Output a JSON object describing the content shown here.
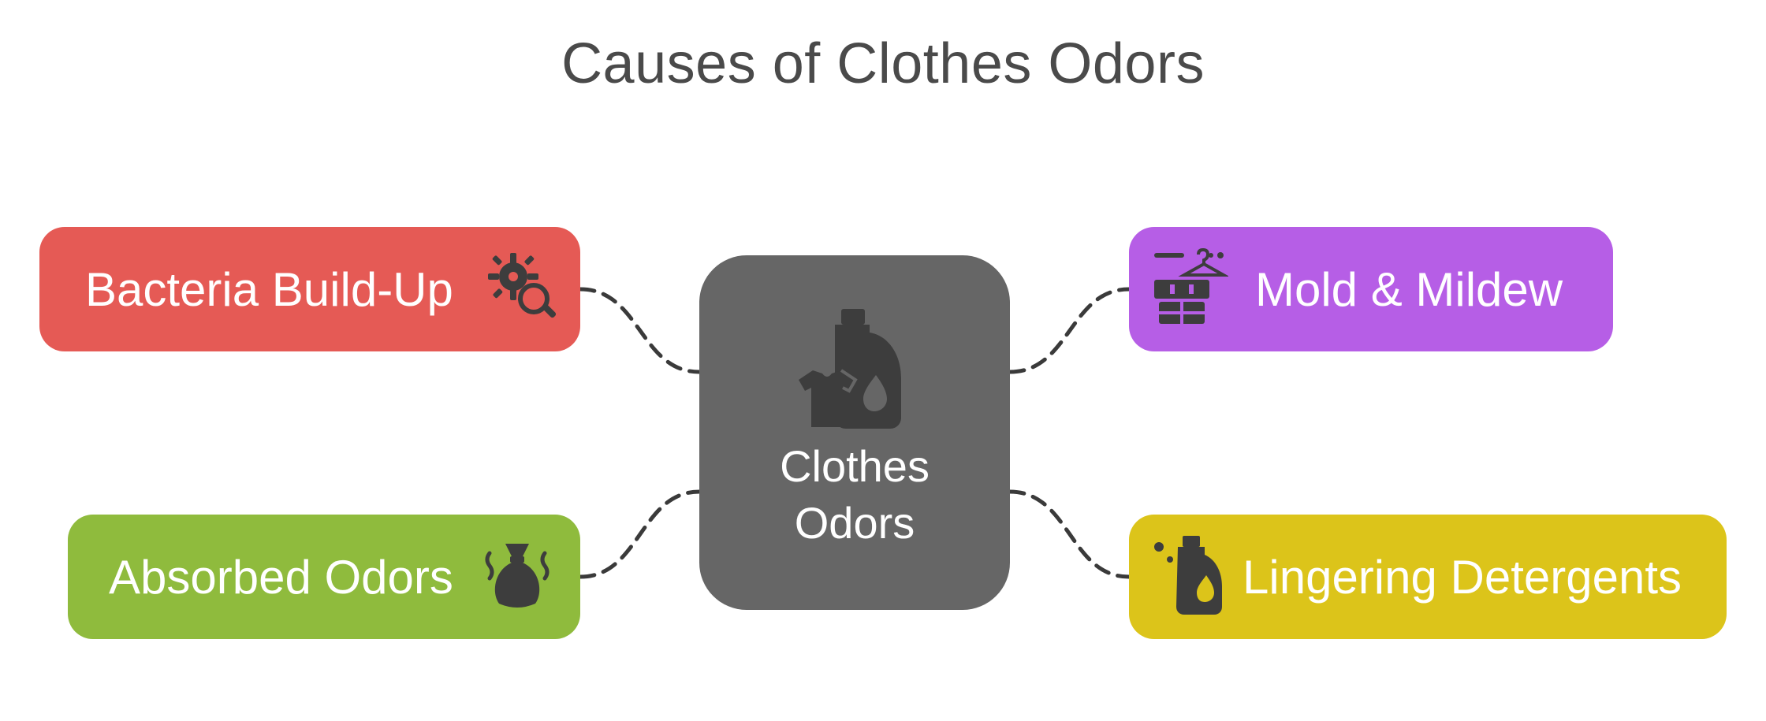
{
  "title": "Causes of Clothes Odors",
  "center": {
    "line1": "Clothes",
    "line2": "Odors",
    "icon": "detergent-shirt-icon",
    "color": "#666666"
  },
  "causes": [
    {
      "label": "Bacteria Build-Up",
      "icon": "bacteria-search-icon",
      "color": "#e55a55"
    },
    {
      "label": "Absorbed Odors",
      "icon": "smelly-bag-icon",
      "color": "#8fbb3d"
    },
    {
      "label": "Mold & Mildew",
      "icon": "hanger-laundry-icon",
      "color": "#b65ee6"
    },
    {
      "label": "Lingering Detergents",
      "icon": "detergent-bottle-icon",
      "color": "#dcc41a"
    }
  ],
  "colors": {
    "title": "#4a4a4a",
    "connector": "#3a3a3a",
    "icon": "#3d3d3d"
  }
}
